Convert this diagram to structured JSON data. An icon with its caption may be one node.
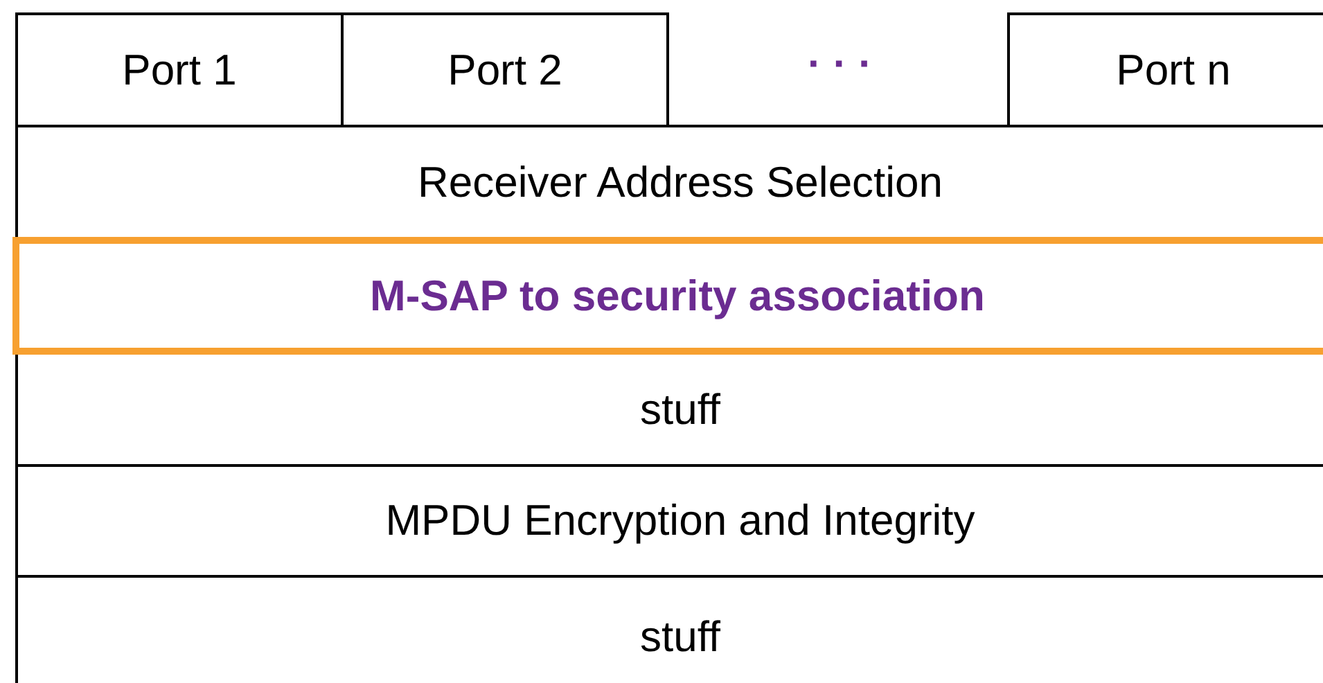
{
  "diagram": {
    "nodes": [
      {
        "text": [
          "Port 1"
        ]
      },
      {
        "text": [
          "Port 2"
        ]
      },
      {
        "text": [
          "Port n"
        ]
      },
      {
        "text": [
          "Receiver Address Selection"
        ]
      },
      {
        "text": [
          "M-SAP to security association"
        ]
      },
      {
        "text": [
          "stuff"
        ]
      },
      {
        "text": [
          "MPDU Encryption and Integrity"
        ]
      },
      {
        "text": [
          "stuff"
        ]
      }
    ],
    "labels": [
      "· · ·"
    ]
  }
}
